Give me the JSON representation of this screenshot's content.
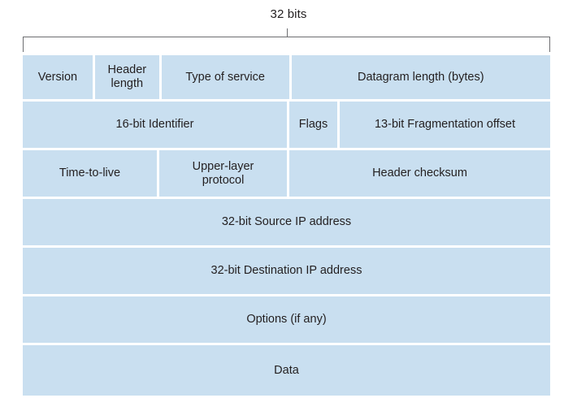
{
  "figure": {
    "width_label": "32 bits",
    "colors": {
      "field_fill": "#c9dff0",
      "text": "#231f20",
      "bracket": "#6d6e71",
      "background": "#ffffff"
    }
  },
  "header_rows": [
    {
      "row_name": "word-1",
      "cells": [
        {
          "label": "Version",
          "name": "field-version"
        },
        {
          "label": "Header\nlength",
          "label_line1": "Header",
          "label_line2": "length",
          "name": "field-header-length"
        },
        {
          "label": "Type of service",
          "name": "field-type-of-service"
        },
        {
          "label": "Datagram length (bytes)",
          "name": "field-datagram-length"
        }
      ]
    },
    {
      "row_name": "word-2",
      "cells": [
        {
          "label": "16-bit Identifier",
          "name": "field-identifier"
        },
        {
          "label": "Flags",
          "name": "field-flags"
        },
        {
          "label": "13-bit Fragmentation offset",
          "name": "field-fragmentation-offset"
        }
      ]
    },
    {
      "row_name": "word-3",
      "cells": [
        {
          "label": "Time-to-live",
          "name": "field-time-to-live"
        },
        {
          "label": "Upper-layer\nprotocol",
          "label_line1": "Upper-layer",
          "label_line2": "protocol",
          "name": "field-upper-layer-protocol"
        },
        {
          "label": "Header checksum",
          "name": "field-header-checksum"
        }
      ]
    },
    {
      "row_name": "word-4",
      "cells": [
        {
          "label": "32-bit Source IP address",
          "name": "field-source-ip-address"
        }
      ]
    },
    {
      "row_name": "word-5",
      "cells": [
        {
          "label": "32-bit Destination IP address",
          "name": "field-destination-ip-address"
        }
      ]
    },
    {
      "row_name": "word-6",
      "cells": [
        {
          "label": "Options (if any)",
          "name": "field-options"
        }
      ]
    },
    {
      "row_name": "payload",
      "cells": [
        {
          "label": "Data",
          "name": "field-data"
        }
      ]
    }
  ],
  "labels": {
    "version": "Version",
    "header_length_l1": "Header",
    "header_length_l2": "length",
    "type_of_service": "Type of service",
    "datagram_length": "Datagram length (bytes)",
    "identifier": "16-bit Identifier",
    "flags": "Flags",
    "fragmentation_offset": "13-bit Fragmentation offset",
    "time_to_live": "Time-to-live",
    "upper_layer_l1": "Upper-layer",
    "upper_layer_l2": "protocol",
    "header_checksum": "Header checksum",
    "source_ip": "32-bit Source IP address",
    "destination_ip": "32-bit Destination IP address",
    "options": "Options (if any)",
    "data": "Data"
  }
}
